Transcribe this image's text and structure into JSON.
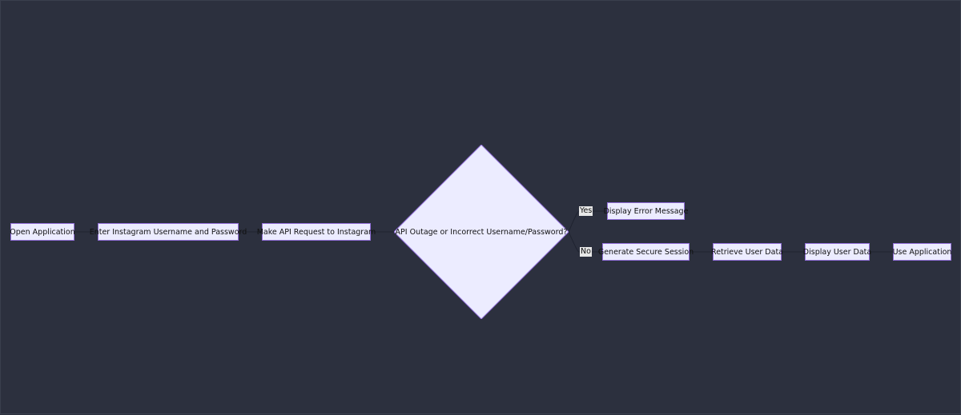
{
  "nodes": {
    "open_application": "Open Application",
    "enter_credentials": "Enter Instagram Username and Password",
    "api_request": "Make API Request to Instagram",
    "decision": "API Outage or Incorrect Username/Password?",
    "error_message": "Display Error Message",
    "secure_session": "Generate Secure Session",
    "retrieve_data": "Retrieve User Data",
    "display_data": "Display User Data",
    "use_application": "Use Application"
  },
  "edge_labels": {
    "yes": "Yes",
    "no": "No"
  },
  "colors": {
    "background": "#2c303e",
    "node_fill": "#ececff",
    "node_border": "#9370db",
    "edge": "#1f2330"
  }
}
